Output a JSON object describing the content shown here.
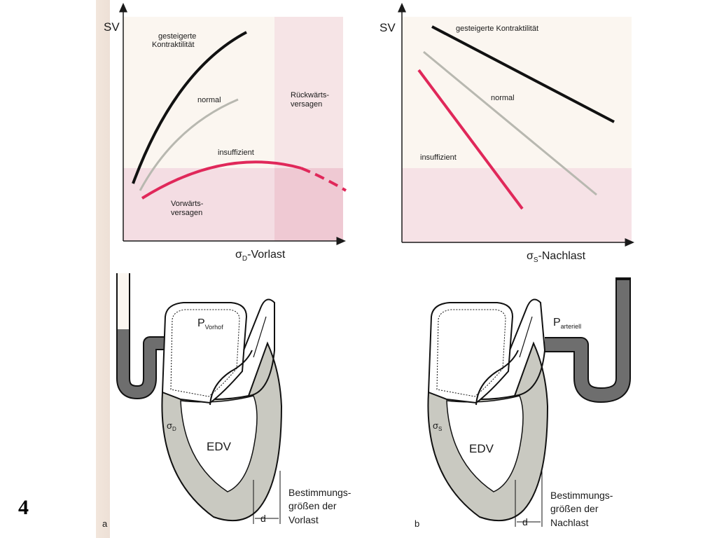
{
  "slide_number": "4",
  "colors": {
    "paper": "#fbf6f0",
    "grid": "#f3e6e6",
    "pink_zone": "#f2d0da",
    "black_curve": "#111111",
    "gray_curve": "#b8b8b0",
    "red_curve": "#e0285a",
    "muscle": "#c9c9c1",
    "tube": "#6e6e6e"
  },
  "diagram_a": {
    "panel_letter": "a",
    "y_axis": "SV",
    "x_axis_sigma": "σ",
    "x_axis_sub": "D",
    "x_axis_rest": "-Vorlast",
    "curve_labels": {
      "increased_line1": "gesteigerte",
      "increased_line2": "Kontraktilität",
      "normal": "normal",
      "insufficient": "insuffizient"
    },
    "zone_labels": {
      "backward_line1": "Rückwärts-",
      "backward_line2": "versagen",
      "forward_line1": "Vorwärts-",
      "forward_line2": "versagen"
    },
    "heart": {
      "pressure_label": "P",
      "pressure_sub": "Vorhof",
      "wall_stress": "σ",
      "wall_stress_sub": "D",
      "volume": "EDV",
      "thickness": "d",
      "caption_line1": "Bestimmungs-",
      "caption_line2": "größen der",
      "caption_line3": "Vorlast"
    }
  },
  "diagram_b": {
    "panel_letter": "b",
    "y_axis": "SV",
    "x_axis_sigma": "σ",
    "x_axis_sub": "S",
    "x_axis_rest": "-Nachlast",
    "curve_labels": {
      "increased": "gesteigerte Kontraktilität",
      "normal": "normal",
      "insufficient": "insuffizient"
    },
    "heart": {
      "pressure_label": "P",
      "pressure_sub": "arteriell",
      "wall_stress": "σ",
      "wall_stress_sub": "S",
      "volume": "EDV",
      "thickness": "d",
      "caption_line1": "Bestimmungs-",
      "caption_line2": "größen der",
      "caption_line3": "Nachlast"
    }
  }
}
